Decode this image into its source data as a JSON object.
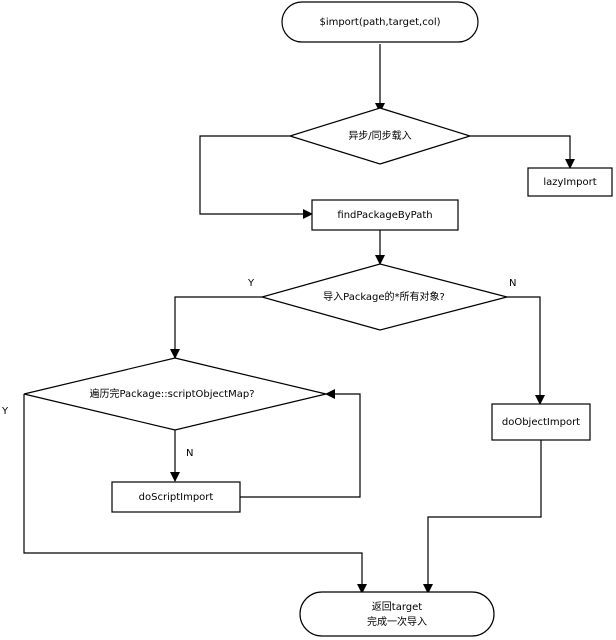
{
  "nodes": {
    "start": "$import(path,target,col)",
    "sync_decision": "异步/同步载入",
    "lazy_import": "lazyImport",
    "find_package": "findPackageByPath",
    "all_objects_decision": "导入Package的*所有对象?",
    "traverse_decision": "遍历完Package::scriptObjectMap?",
    "do_script_import": "doScriptImport",
    "do_object_import": "doObjectImport",
    "end_line1": "返回target",
    "end_line2": "完成一次导入"
  },
  "branch_labels": {
    "all_yes": "Y",
    "all_no": "N",
    "traverse_yes": "Y",
    "traverse_no": "N"
  }
}
